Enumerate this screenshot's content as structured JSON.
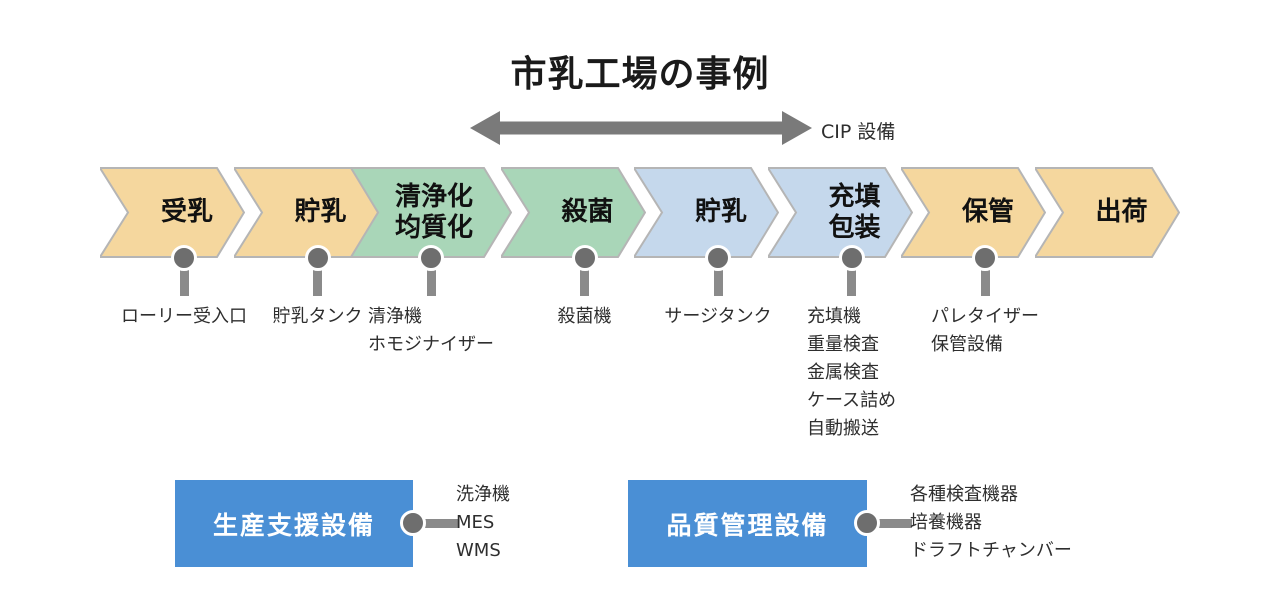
{
  "title": "市乳工場の事例",
  "cip": {
    "label": "CIP 設備"
  },
  "steps": [
    {
      "label": "受乳",
      "color": "orange",
      "sub": [
        "ローリー受入口"
      ]
    },
    {
      "label": "貯乳",
      "color": "orange",
      "sub": [
        "貯乳タンク"
      ]
    },
    {
      "label": "清浄化\n均質化",
      "color": "green",
      "sub": [
        "清浄機",
        "ホモジナイザー"
      ]
    },
    {
      "label": "殺菌",
      "color": "green",
      "sub": [
        "殺菌機"
      ]
    },
    {
      "label": "貯乳",
      "color": "blue",
      "sub": [
        "サージタンク"
      ]
    },
    {
      "label": "充填\n包装",
      "color": "blue",
      "sub": [
        "充填機",
        "重量検査",
        "金属検査",
        "ケース詰め",
        "自動搬送"
      ]
    },
    {
      "label": "保管",
      "color": "orange",
      "sub": [
        "パレタイザー",
        "保管設備"
      ]
    },
    {
      "label": "出荷",
      "color": "orange",
      "sub": []
    }
  ],
  "support_boxes": [
    {
      "label": "生産支援設備",
      "items": [
        "洗浄機",
        "MES",
        "WMS"
      ]
    },
    {
      "label": "品質管理設備",
      "items": [
        "各種検査機器",
        "培養機器",
        "ドラフトチャンバー"
      ]
    }
  ],
  "colors": {
    "orange": "#F5D79E",
    "green": "#A9D6B8",
    "blue": "#C5D8EC",
    "chevron_border": "#B5B5B5",
    "box_blue": "#4A8FD5",
    "arrow_gray": "#7A7A7A",
    "dot_gray": "#6E6E6E",
    "stem_gray": "#8A8A8A"
  }
}
